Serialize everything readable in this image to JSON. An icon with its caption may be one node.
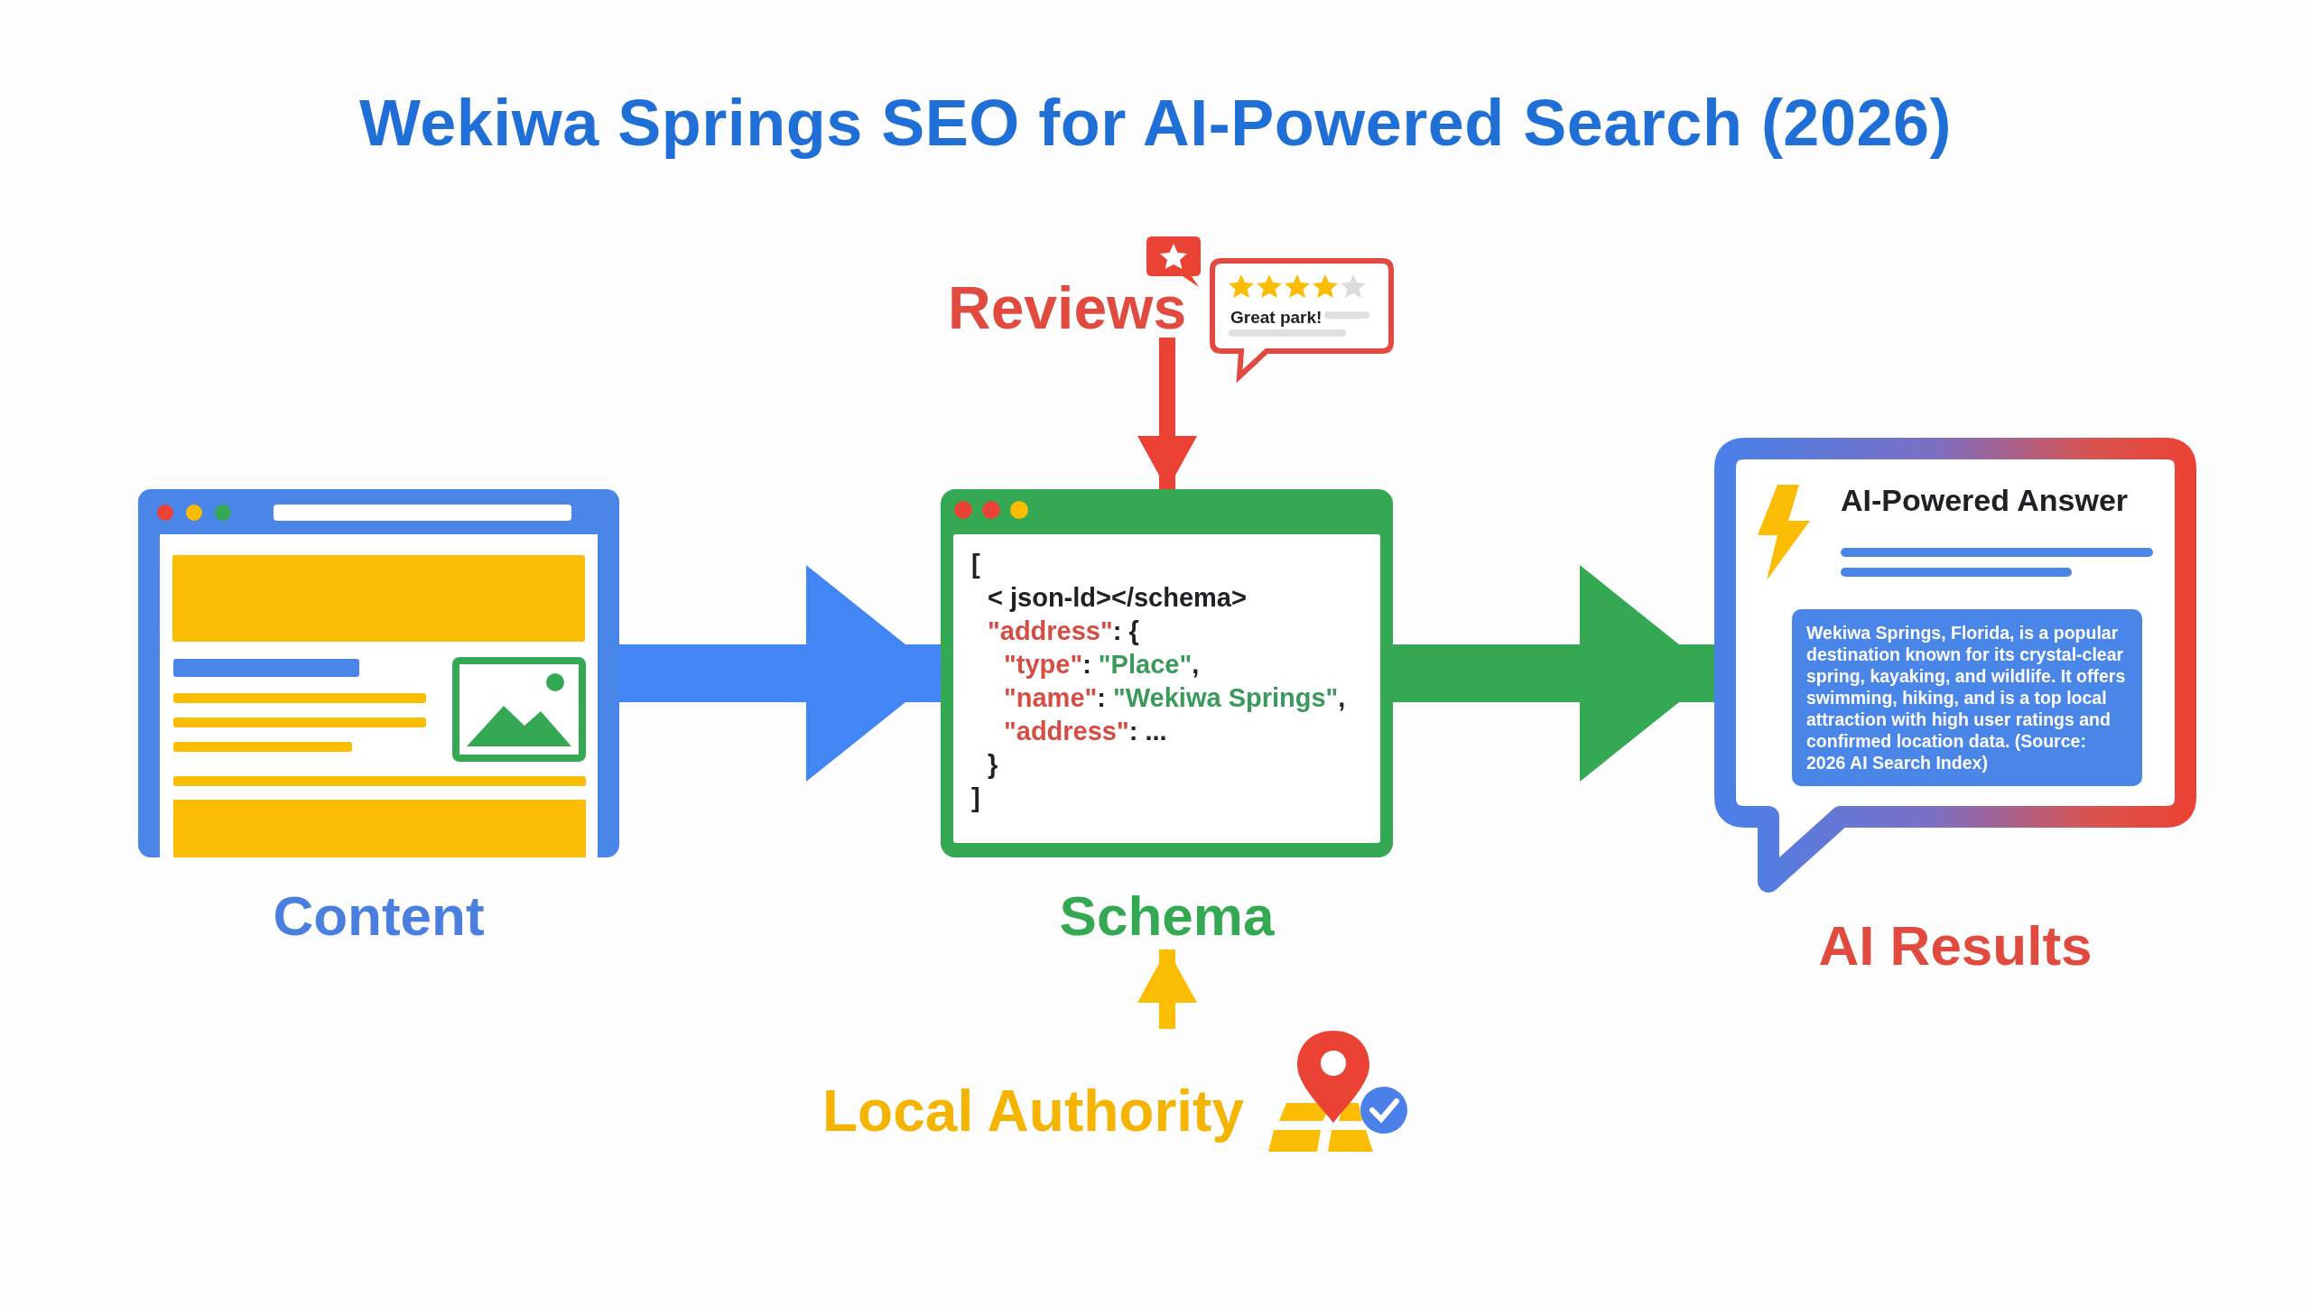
{
  "diagram": {
    "title": "Wekiwa Springs SEO for AI-Powered Search (2026)",
    "nodes": [
      {
        "text": [
          "Content"
        ]
      },
      {
        "text": [
          "[",
          "< json-ld></schema>",
          "\"address\": {",
          "\"type\": \"Place\",",
          "\"name\": \"Wekiwa Springs\",",
          "\"address\": ...",
          "}",
          "]",
          "Schema"
        ]
      },
      {
        "text": [
          "AI-Powered Answer",
          "Wekiwa Springs, Florida, is a popular destination known for its crystal-clear spring, kayaking, and wildlife. It offers swimming, hiking, and is a top local attraction with high user ratings and confirmed location data. (Source: 2026 AI Search Index)",
          "AI Results"
        ]
      },
      {
        "text": [
          "Reviews"
        ]
      },
      {
        "text": [
          "Great park!"
        ]
      },
      {
        "text": [
          "Local Authority"
        ]
      }
    ],
    "edges": [
      {
        "from": 0,
        "to": 1,
        "arrow": "to",
        "style": "thick",
        "color": "#4285f4"
      },
      {
        "from": 1,
        "to": 2,
        "arrow": "to",
        "style": "thick",
        "color": "#34a853"
      },
      {
        "from": 3,
        "to": 1,
        "arrow": "to",
        "color": "#ea4335"
      },
      {
        "from": 5,
        "to": 1,
        "arrow": "to",
        "color": "#fbbc04"
      }
    ]
  }
}
